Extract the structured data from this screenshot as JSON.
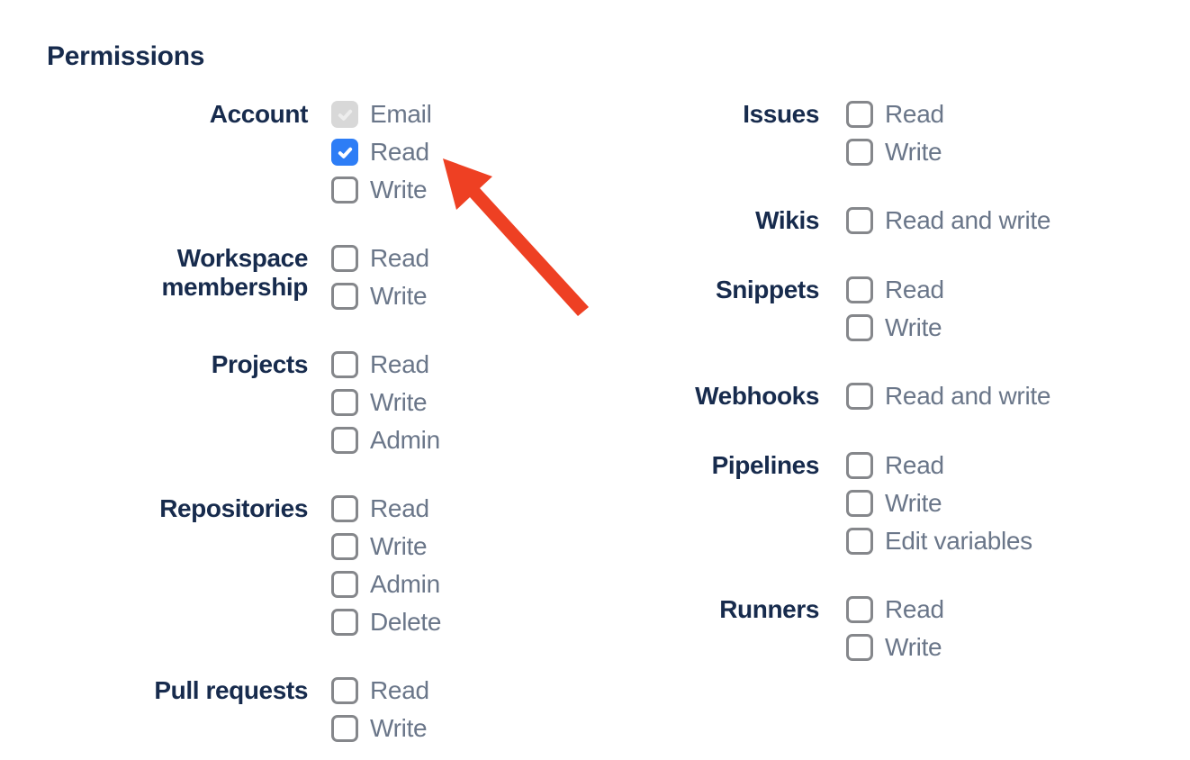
{
  "title": "Permissions",
  "colors": {
    "heading": "#172B4D",
    "group_label": "#172B4D",
    "option_label": "#6A7689",
    "checkbox_checked_bg": "#2D7DF6",
    "checkbox_disabled_bg": "#D8D8D8",
    "checkbox_disabled_check": "#EDEDED",
    "checkbox_border": "#85878B",
    "arrow": "#EE4023"
  },
  "columns": [
    {
      "name": "left",
      "groups": [
        {
          "label": "Account",
          "options": [
            {
              "label": "Email",
              "state": "disabled-checked"
            },
            {
              "label": "Read",
              "state": "checked"
            },
            {
              "label": "Write",
              "state": "unchecked"
            }
          ]
        },
        {
          "label": "Workspace membership",
          "options": [
            {
              "label": "Read",
              "state": "unchecked"
            },
            {
              "label": "Write",
              "state": "unchecked"
            }
          ]
        },
        {
          "label": "Projects",
          "options": [
            {
              "label": "Read",
              "state": "unchecked"
            },
            {
              "label": "Write",
              "state": "unchecked"
            },
            {
              "label": "Admin",
              "state": "unchecked"
            }
          ]
        },
        {
          "label": "Repositories",
          "options": [
            {
              "label": "Read",
              "state": "unchecked"
            },
            {
              "label": "Write",
              "state": "unchecked"
            },
            {
              "label": "Admin",
              "state": "unchecked"
            },
            {
              "label": "Delete",
              "state": "unchecked"
            }
          ]
        },
        {
          "label": "Pull requests",
          "options": [
            {
              "label": "Read",
              "state": "unchecked"
            },
            {
              "label": "Write",
              "state": "unchecked"
            }
          ]
        }
      ]
    },
    {
      "name": "right",
      "groups": [
        {
          "label": "Issues",
          "options": [
            {
              "label": "Read",
              "state": "unchecked"
            },
            {
              "label": "Write",
              "state": "unchecked"
            }
          ]
        },
        {
          "label": "Wikis",
          "options": [
            {
              "label": "Read and write",
              "state": "unchecked"
            }
          ]
        },
        {
          "label": "Snippets",
          "options": [
            {
              "label": "Read",
              "state": "unchecked"
            },
            {
              "label": "Write",
              "state": "unchecked"
            }
          ]
        },
        {
          "label": "Webhooks",
          "options": [
            {
              "label": "Read and write",
              "state": "unchecked"
            }
          ]
        },
        {
          "label": "Pipelines",
          "options": [
            {
              "label": "Read",
              "state": "unchecked"
            },
            {
              "label": "Write",
              "state": "unchecked"
            },
            {
              "label": "Edit variables",
              "state": "unchecked"
            }
          ]
        },
        {
          "label": "Runners",
          "options": [
            {
              "label": "Read",
              "state": "unchecked"
            },
            {
              "label": "Write",
              "state": "unchecked"
            }
          ]
        }
      ]
    }
  ],
  "annotation": {
    "type": "arrow",
    "color": "#EE4023",
    "points_to": "checkbox-account-read"
  }
}
